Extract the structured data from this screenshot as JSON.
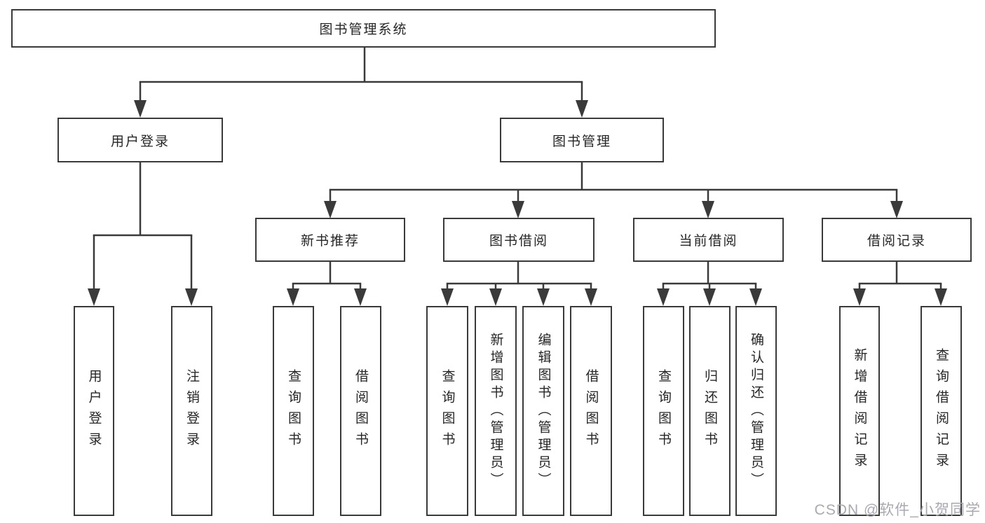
{
  "diagram": {
    "title": "图书管理系统",
    "type": "feature-tree",
    "hierarchy": {
      "label": "图书管理系统",
      "children": [
        {
          "label": "用户登录",
          "children": [
            {
              "label": "用户登录"
            },
            {
              "label": "注销登录"
            }
          ]
        },
        {
          "label": "图书管理",
          "children": [
            {
              "label": "新书推荐",
              "children": [
                {
                  "label": "查询图书"
                },
                {
                  "label": "借阅图书"
                }
              ]
            },
            {
              "label": "图书借阅",
              "children": [
                {
                  "label": "查询图书"
                },
                {
                  "label": "新增图书（管理员）"
                },
                {
                  "label": "编辑图书（管理员）"
                },
                {
                  "label": "借阅图书"
                }
              ]
            },
            {
              "label": "当前借阅",
              "children": [
                {
                  "label": "查询图书"
                },
                {
                  "label": "归还图书"
                },
                {
                  "label": "确认归还（管理员）"
                }
              ]
            },
            {
              "label": "借阅记录",
              "children": [
                {
                  "label": "新增借阅记录"
                },
                {
                  "label": "查询借阅记录"
                }
              ]
            }
          ]
        }
      ]
    },
    "colors": {
      "line": "#3a3a3a",
      "box_border": "#3a3a3a",
      "box_fill": "#ffffff",
      "text": "#262626",
      "background": "#ffffff",
      "watermark": "#a9a9b2"
    }
  },
  "watermark": {
    "text": "CSDN @软件_小贺同学"
  }
}
